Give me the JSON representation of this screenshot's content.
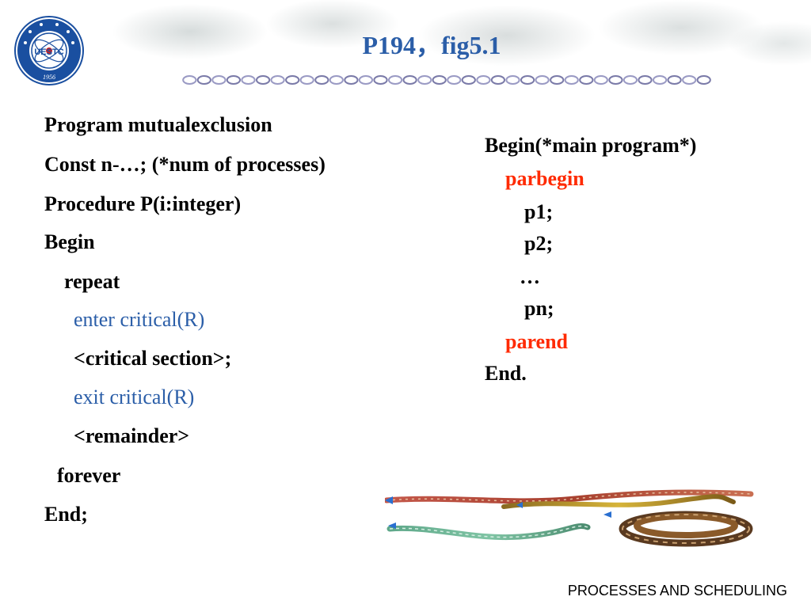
{
  "title": "P194，fig5.1",
  "colors": {
    "title_blue": "#2b5ea8",
    "keyword_blue": "#2b5ea8",
    "keyword_red": "#ff2a00",
    "text": "#000000"
  },
  "left_code": {
    "lines": [
      "Program mutualexclusion",
      "Const n-…; (*num of processes)",
      "Procedure P(i:integer)",
      "Begin",
      "repeat",
      "enter critical(R)",
      "<critical section>;",
      "exit critical(R)",
      "<remainder>",
      "forever",
      "End;"
    ]
  },
  "right_code": {
    "lines": [
      "Begin(*main program*)",
      "parbegin",
      "p1;",
      "p2;",
      "…",
      "pn;",
      "parend",
      "End."
    ]
  },
  "footer": "PROCESSES AND SCHEDULING",
  "logo": {
    "icon": "university-seal-logo",
    "text": "UESTC",
    "year": "1956"
  }
}
